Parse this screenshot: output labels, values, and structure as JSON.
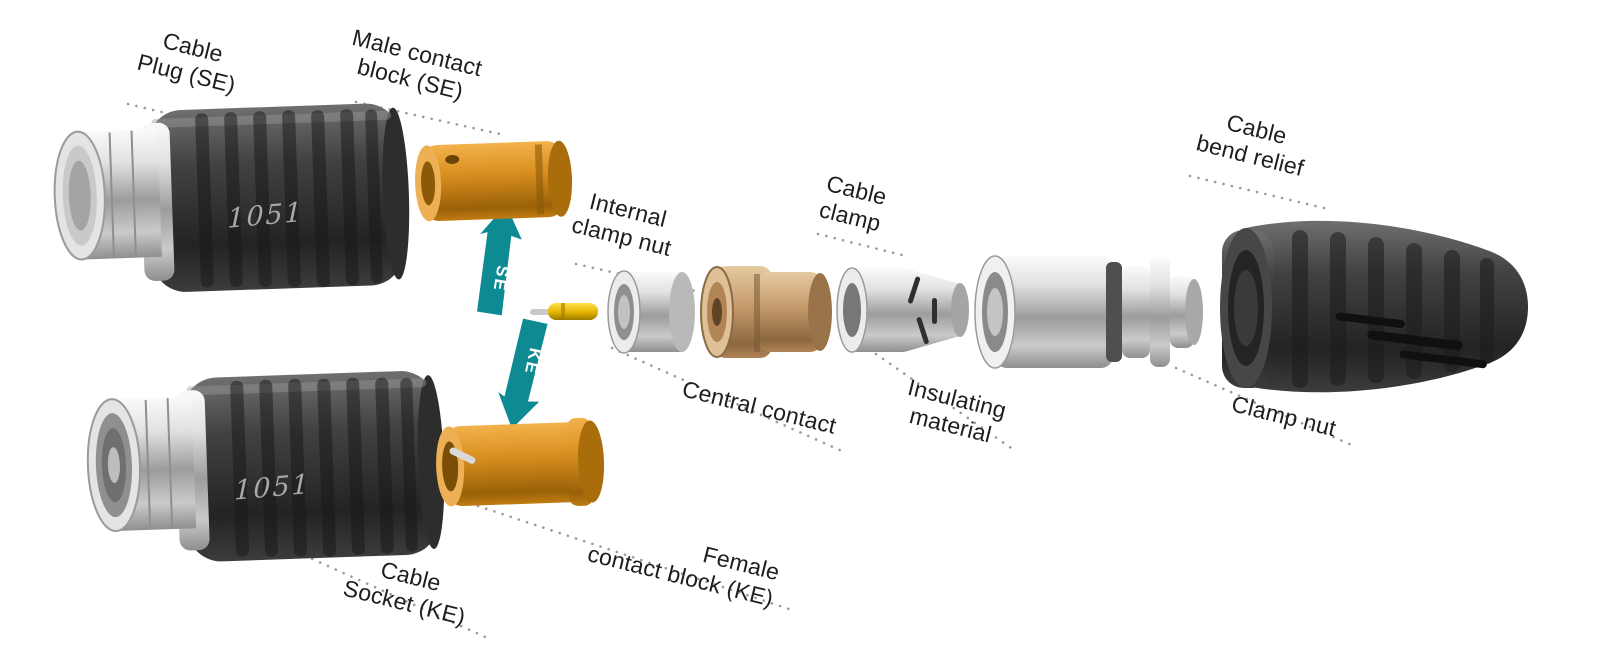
{
  "figure": {
    "colors": {
      "accent_teal": "#0e8a93",
      "part_orange": "#d98f1f",
      "part_tan": "#c3996a",
      "body_dark": "#3a3a3a",
      "leader_gray": "#9b9b9b"
    },
    "labels": [
      {
        "id": "cable-plug",
        "line1": "Cable",
        "line2": "Plug (SE)"
      },
      {
        "id": "male-contact-block",
        "line1": "Male contact",
        "line2": "block (SE)"
      },
      {
        "id": "internal-clamp-nut",
        "line1": "Internal",
        "line2": "clamp nut"
      },
      {
        "id": "cable-clamp",
        "line1": "Cable",
        "line2": "clamp"
      },
      {
        "id": "cable-bend-relief",
        "line1": "Cable",
        "line2": "bend relief"
      },
      {
        "id": "central-contact",
        "line1": "Central contact",
        "line2": ""
      },
      {
        "id": "insulating-material",
        "line1": "Insulating",
        "line2": "material"
      },
      {
        "id": "clamp-nut",
        "line1": "Clamp nut",
        "line2": ""
      },
      {
        "id": "female-contact-block",
        "line1": "Female",
        "line2": "contact block (KE)"
      },
      {
        "id": "cable-socket",
        "line1": "Cable",
        "line2": "Socket (KE)"
      }
    ],
    "arrows": {
      "up": "SE",
      "down": "KE"
    },
    "markings": {
      "model": "1051"
    }
  }
}
